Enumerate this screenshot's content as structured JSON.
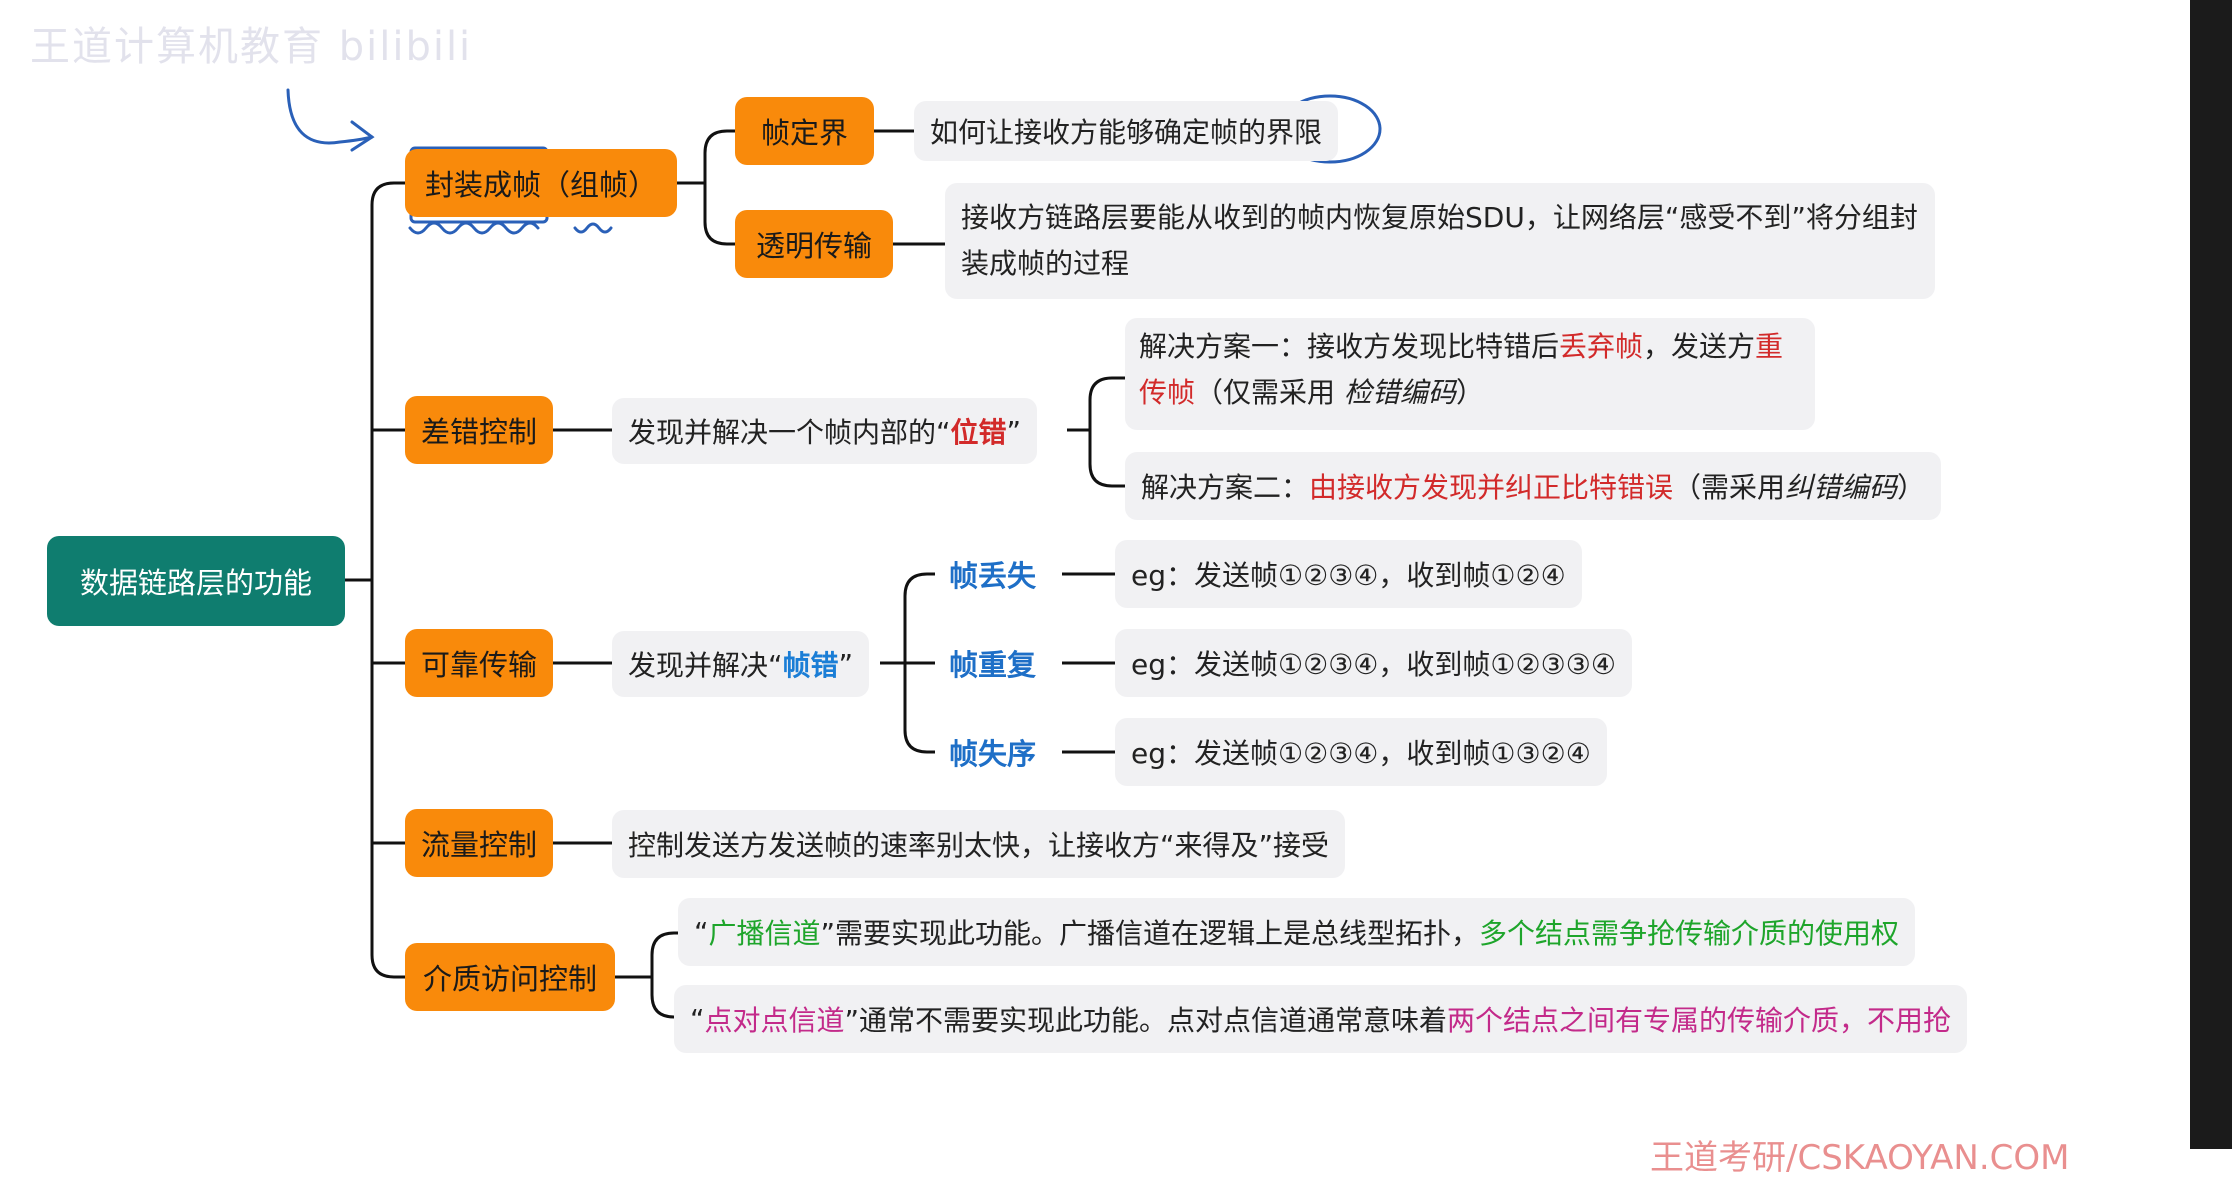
{
  "watermark": "王道计算机教育 bilibili",
  "watermark_bottom": "王道考研/CSKAOYAN.COM",
  "root": "数据链路层的功能",
  "branches": {
    "framing": {
      "label": "封装成帧（组帧）",
      "children": {
        "delimit": {
          "label": "帧定界",
          "desc": "如何让接收方能够确定帧的界限"
        },
        "transparent": {
          "label": "透明传输",
          "desc": "接收方链路层要能从收到的帧内恢复原始SDU，让网络层“感受不到”将分组封装成帧的过程"
        }
      }
    },
    "error": {
      "label": "差错控制",
      "desc_pre": "发现并解决一个帧内部的“",
      "desc_hl": "位错",
      "desc_post": "”",
      "sol1": {
        "p1": "解决方案一：接收方发现比特错后",
        "hl1": "丢弃帧",
        "p2": "，发送方",
        "hl2": "重传帧",
        "p3": "（仅需采用 ",
        "it": "检错编码",
        "p4": "）"
      },
      "sol2": {
        "p1": "解决方案二：",
        "hl": "由接收方发现并纠正比特错误",
        "p2": "（需采用 ",
        "it": "纠错编码",
        "p3": "）"
      }
    },
    "reliable": {
      "label": "可靠传输",
      "desc_pre": "发现并解决“",
      "desc_hl": "帧错",
      "desc_post": "”",
      "items": [
        {
          "label": "帧丢失",
          "desc": "eg：发送帧①②③④，收到帧①②④"
        },
        {
          "label": "帧重复",
          "desc": "eg：发送帧①②③④，收到帧①②③③④"
        },
        {
          "label": "帧失序",
          "desc": "eg：发送帧①②③④，收到帧①③②④"
        }
      ]
    },
    "flow": {
      "label": "流量控制",
      "desc": "控制发送方发送帧的速率别太快，让接收方“来得及”接受"
    },
    "mac": {
      "label": "介质访问控制",
      "line1": {
        "q1": "“",
        "hl1": "广播信道",
        "q2": "”需要实现此功能。广播信道在逻辑上是总线型拓扑，",
        "hl2": "多个结点需争抢传输介质的使用权"
      },
      "line2": {
        "q1": "“",
        "hl1": "点对点信道",
        "q2": "”通常不需要实现此功能。点对点信道通常意味着",
        "hl2": "两个结点之间有专属的传输介质，不用抢"
      }
    }
  }
}
